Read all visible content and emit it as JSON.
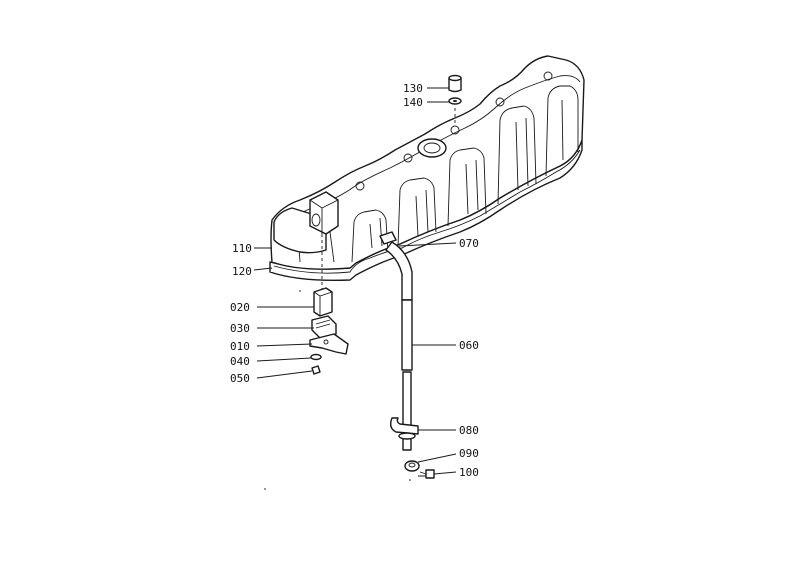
{
  "parts": [
    {
      "id": "130",
      "label": "130"
    },
    {
      "id": "140",
      "label": "140"
    },
    {
      "id": "110",
      "label": "110"
    },
    {
      "id": "120",
      "label": "120"
    },
    {
      "id": "070",
      "label": "070"
    },
    {
      "id": "020",
      "label": "020"
    },
    {
      "id": "030",
      "label": "030"
    },
    {
      "id": "010",
      "label": "010"
    },
    {
      "id": "040",
      "label": "040"
    },
    {
      "id": "050",
      "label": "050"
    },
    {
      "id": "060",
      "label": "060"
    },
    {
      "id": "080",
      "label": "080"
    },
    {
      "id": "090",
      "label": "090"
    },
    {
      "id": "100",
      "label": "100"
    }
  ],
  "colors": {
    "ink": "#1a1a1a",
    "paper": "#ffffff"
  }
}
